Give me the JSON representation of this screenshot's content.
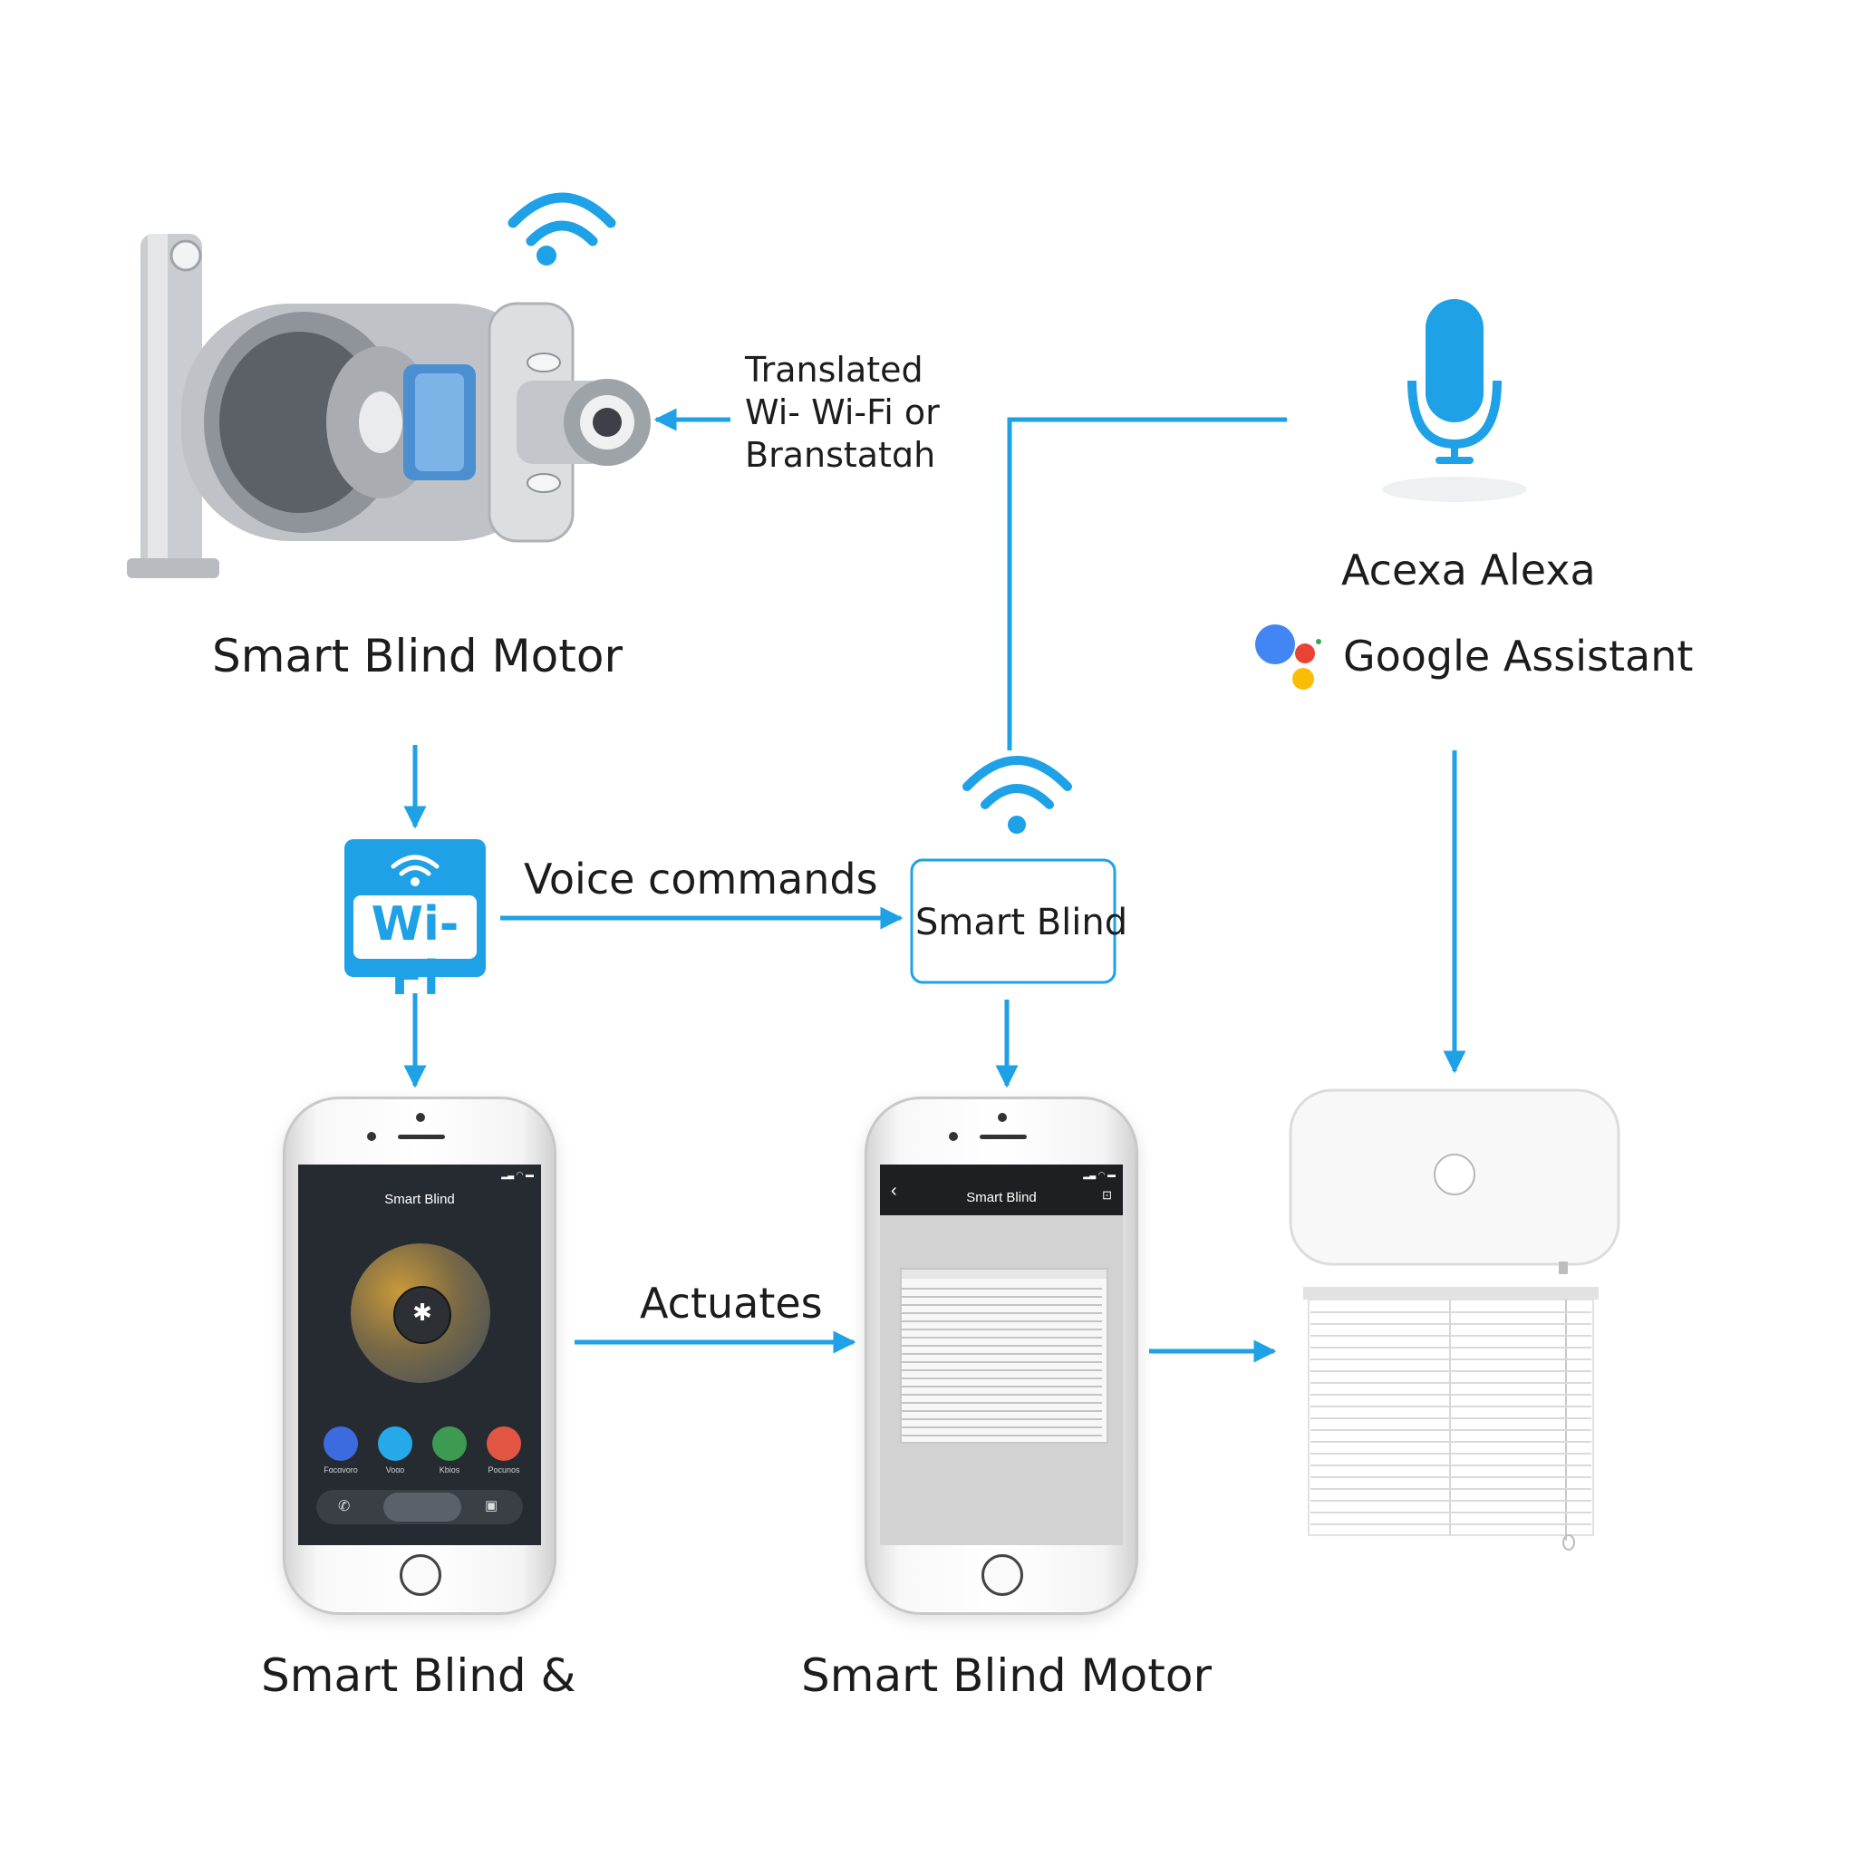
{
  "labels": {
    "motor_top": "Smart Blind Motor",
    "translated": [
      "Translated",
      "Wi- Wi-Fi or",
      "Branstatɑh"
    ],
    "alexa": "Acexa Alexa",
    "google": "Google Assistant",
    "voice_commands": "Voice commands",
    "smart_blind_box": "Smart Blind",
    "actuates": "Actuates",
    "phone_left": "Smart Blind &",
    "phone_mid": "Smart Blind Motor"
  },
  "wifi_badge": "Wi-Fi",
  "phone_left_app": {
    "title": "Smart Blind",
    "apps": [
      "Fɑcɑvoro",
      "Voɑo",
      "Kbios",
      "Pocunos"
    ],
    "bluetooth_glyph": "✱"
  },
  "phone_mid_app": {
    "title": "Smart Blind",
    "back_glyph": "‹"
  },
  "colors": {
    "accent": "#1ea1e6",
    "google_blue": "#4285f4",
    "google_red": "#ea4335",
    "google_yellow": "#fbbc05",
    "google_green": "#34a853"
  },
  "icons": [
    "wifi-icon",
    "microphone-icon",
    "bluetooth-icon",
    "google-assistant-icon",
    "hub-icon"
  ]
}
